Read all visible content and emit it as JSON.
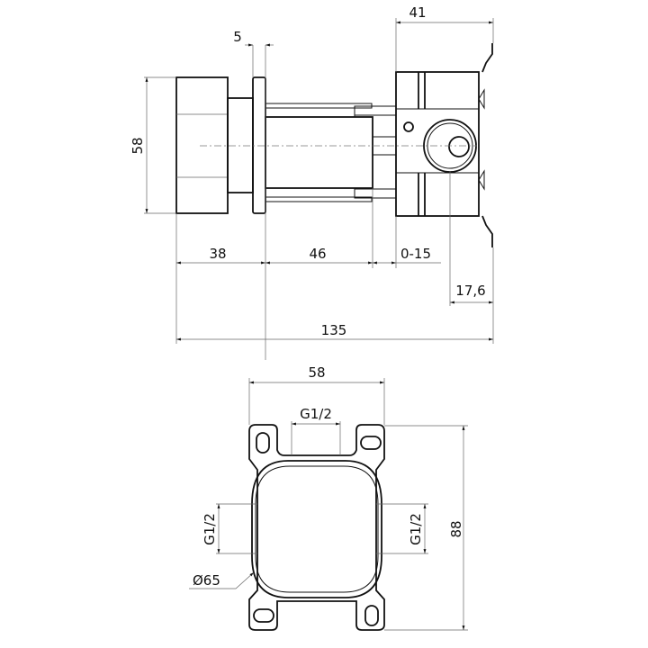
{
  "side_view": {
    "dim_height": "58",
    "dim_plate": "5",
    "dim_box": "41",
    "dim_knob": "38",
    "dim_sleeve": "46",
    "dim_adjust": "0-15",
    "dim_depth": "17,6",
    "dim_total": "135"
  },
  "front_view": {
    "dim_width": "58",
    "dim_top_port": "G1/2",
    "dim_left_port": "G1/2",
    "dim_right_port": "G1/2",
    "dim_height": "88",
    "dim_diameter": "Ø65"
  },
  "colors": {
    "line": "#111111",
    "dimension": "#666666"
  }
}
